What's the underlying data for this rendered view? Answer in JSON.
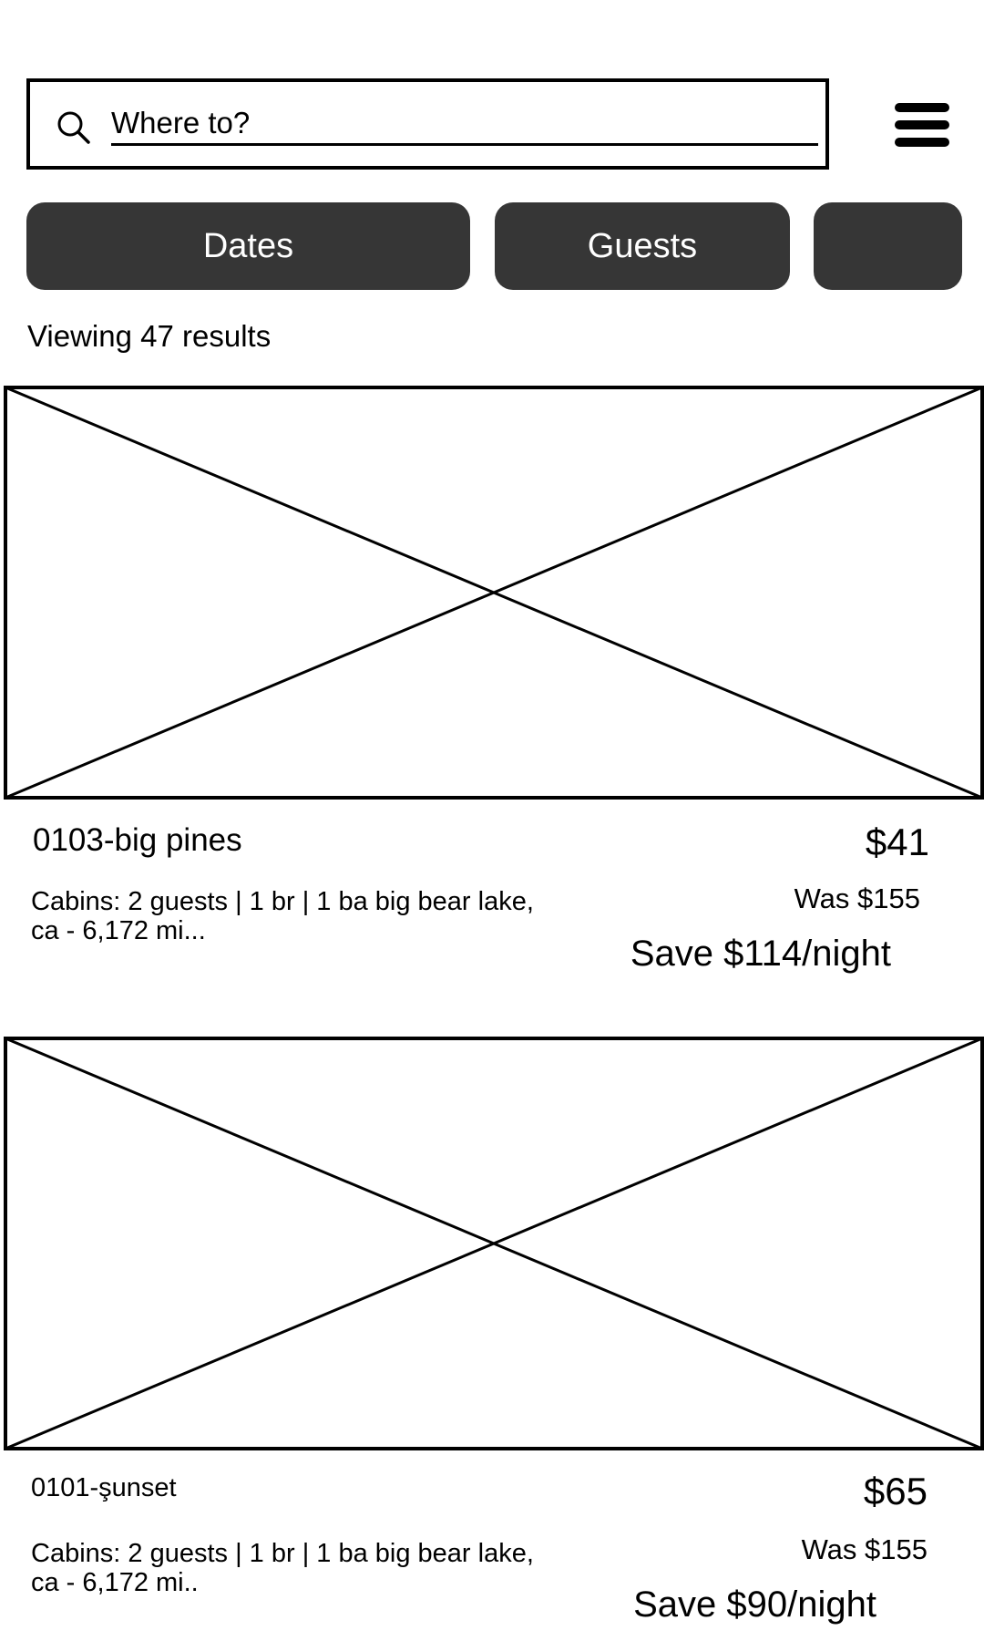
{
  "search": {
    "placeholder": "Where to?",
    "value": ""
  },
  "icons": {
    "search": "search-icon",
    "menu": "hamburger-menu-icon",
    "image_placeholder": "image-placeholder-icon"
  },
  "filters": [
    {
      "label": "Dates"
    },
    {
      "label": "Guests"
    },
    {
      "label": ""
    }
  ],
  "results": {
    "count_text": "Viewing 47 results"
  },
  "listings": [
    {
      "title": "0103-big pines",
      "description": "Cabins: 2 guests | 1 br | 1 ba big bear lake, ca - 6,172 mi...",
      "price": "$41",
      "was_price": "Was $155",
      "savings": "Save $114/night"
    },
    {
      "title": "0101-şunset",
      "description": "Cabins: 2 guests | 1 br | 1 ba big bear lake, ca - 6,172 mi..",
      "price": "$65",
      "was_price": "Was $155",
      "savings": "Save $90/night"
    }
  ],
  "colors": {
    "pill_background": "#363636",
    "pill_text": "#ffffff",
    "border": "#000000",
    "background": "#ffffff"
  }
}
